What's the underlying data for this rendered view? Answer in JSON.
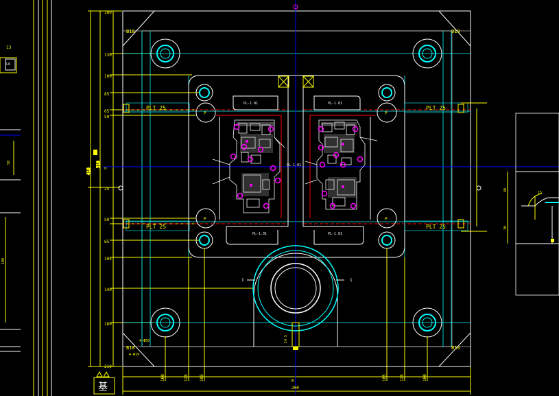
{
  "colors": {
    "background": "#000000",
    "outline": "#ffffff",
    "dimension": "#ffff00",
    "center": "#0000ff",
    "aux": "#00ffff",
    "cavity": "#ff00ff",
    "parting": "#ff0000",
    "gate": "#00ff00"
  },
  "labels": {
    "plt": "PLT 25",
    "pl": "PL-1.01",
    "b10": "B10",
    "p": "P",
    "sym": "基",
    "bottom_dim": "200",
    "bottom_center": "0",
    "left_total": "416",
    "left_inner": "310",
    "left_13": "13",
    "left_l6": "L6",
    "left_50": "50",
    "left_100": "100",
    "r_40": "40",
    "r_15": "15",
    "r_30": "30",
    "ann_phi50": "4-Φ50",
    "ann_phi19": "4-Φ19",
    "ann_14_5": "14.5",
    "ann_one_l": "1",
    "ann_one_r": "1"
  },
  "left_dims": [
    "180",
    "130",
    "100",
    "85",
    "65",
    "50",
    "0",
    "25",
    "50",
    "65",
    "105",
    "140",
    "180",
    "210"
  ],
  "bottom_dims": [
    "160",
    "125",
    "105",
    "0",
    "105",
    "125",
    "160"
  ]
}
